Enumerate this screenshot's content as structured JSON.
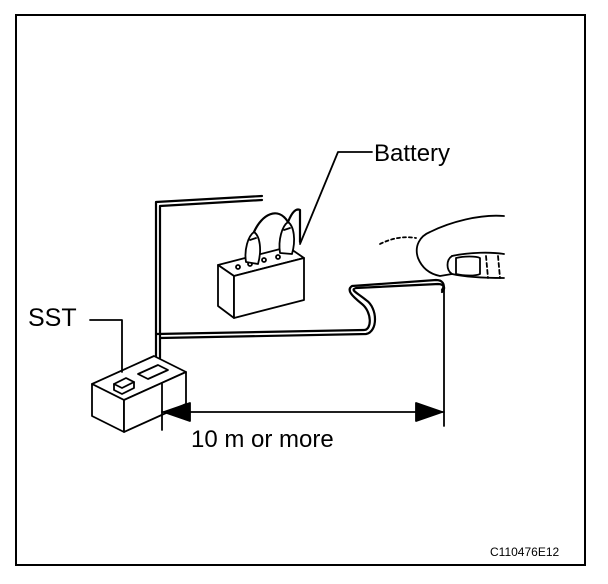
{
  "labels": {
    "battery": "Battery",
    "sst": "SST",
    "distance": "10 m or more",
    "figure_code": "C110476E12"
  }
}
